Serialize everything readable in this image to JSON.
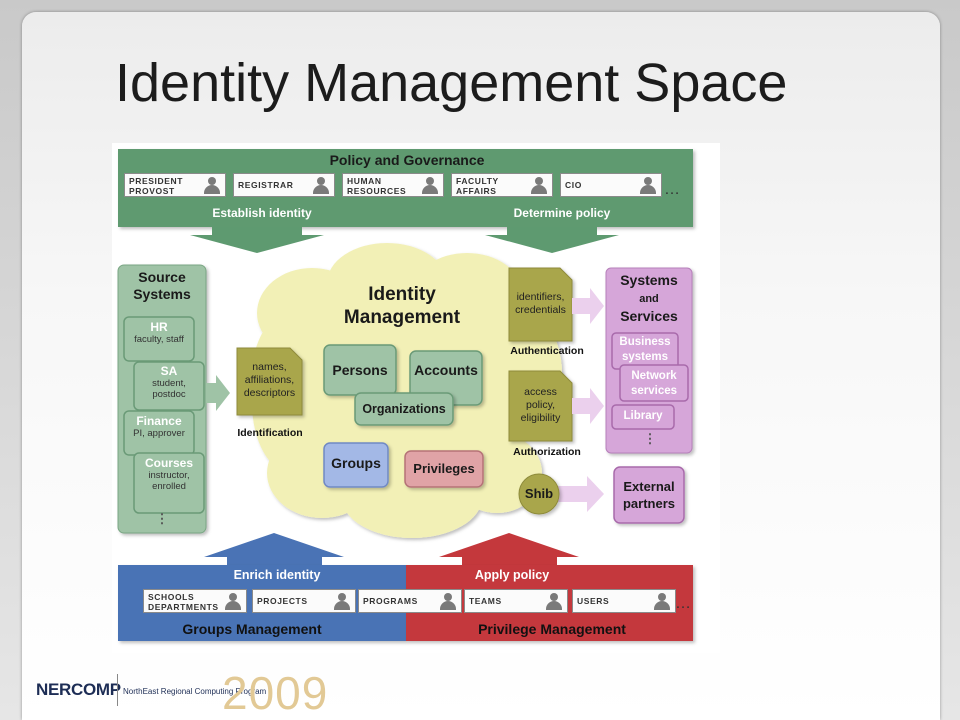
{
  "slide": {
    "title": "Identity Management Space"
  },
  "policy": {
    "title": "Policy and Governance",
    "cards": [
      {
        "line1": "PRESIDENT",
        "line2": "PROVOST"
      },
      {
        "line1": "REGISTRAR",
        "line2": ""
      },
      {
        "line1": "HUMAN",
        "line2": "RESOURCES"
      },
      {
        "line1": "FACULTY",
        "line2": "AFFAIRS"
      },
      {
        "line1": "CIO",
        "line2": ""
      }
    ],
    "ellipsis": "…",
    "left_label": "Establish identity",
    "right_label": "Determine policy"
  },
  "source": {
    "title_line1": "Source",
    "title_line2": "Systems",
    "items": [
      {
        "name": "HR",
        "desc_line1": "faculty, staff",
        "desc_line2": ""
      },
      {
        "name": "SA",
        "desc_line1": "student,",
        "desc_line2": "postdoc"
      },
      {
        "name": "Finance",
        "desc_line1": "PI, approver",
        "desc_line2": ""
      },
      {
        "name": "Courses",
        "desc_line1": "instructor,",
        "desc_line2": "enrolled"
      }
    ],
    "more": "⋮"
  },
  "identification": {
    "doc_line1": "names,",
    "doc_line2": "affiliations,",
    "doc_line3": "descriptors",
    "label": "Identification"
  },
  "idm": {
    "title_line1": "Identity",
    "title_line2": "Management",
    "persons": "Persons",
    "accounts": "Accounts",
    "organizations": "Organizations",
    "groups": "Groups",
    "privileges": "Privileges",
    "shib": "Shib"
  },
  "authentication": {
    "doc_line1": "identifiers,",
    "doc_line2": "credentials",
    "label": "Authentication"
  },
  "authorization": {
    "doc_line1": "access",
    "doc_line2": "policy,",
    "doc_line3": "eligibility",
    "label": "Authorization"
  },
  "systems": {
    "title_line1": "Systems",
    "title_line2": "and",
    "title_line3": "Services",
    "items": [
      {
        "line1": "Business",
        "line2": "systems"
      },
      {
        "line1": "Network",
        "line2": "services"
      },
      {
        "line1": "Library",
        "line2": ""
      }
    ],
    "more": "⋮"
  },
  "external": {
    "line1": "External",
    "line2": "partners"
  },
  "groups_mgmt": {
    "top_label": "Enrich identity",
    "bottom_label": "Groups Management",
    "cards": [
      {
        "line1": "SCHOOLS",
        "line2": "DEPARTMENTS"
      },
      {
        "line1": "PROJECTS",
        "line2": ""
      },
      {
        "line1": "PROGRAMS",
        "line2": ""
      }
    ]
  },
  "privilege_mgmt": {
    "top_label": "Apply policy",
    "bottom_label": "Privilege Management",
    "cards": [
      {
        "line1": "TEAMS",
        "line2": ""
      },
      {
        "line1": "USERS",
        "line2": ""
      }
    ],
    "ellipsis": "…"
  },
  "footer": {
    "logo_text": "NERCOMP",
    "tagline": "NorthEast Regional Computing Program",
    "year": "2009"
  },
  "colors": {
    "green": "#5e9a70",
    "teal": "#9fc3a6",
    "cloud": "#f2f0b6",
    "purple": "#d6a6d9",
    "blue": "#4a73b5",
    "red": "#c4383c",
    "olive": "#a9a64c"
  }
}
